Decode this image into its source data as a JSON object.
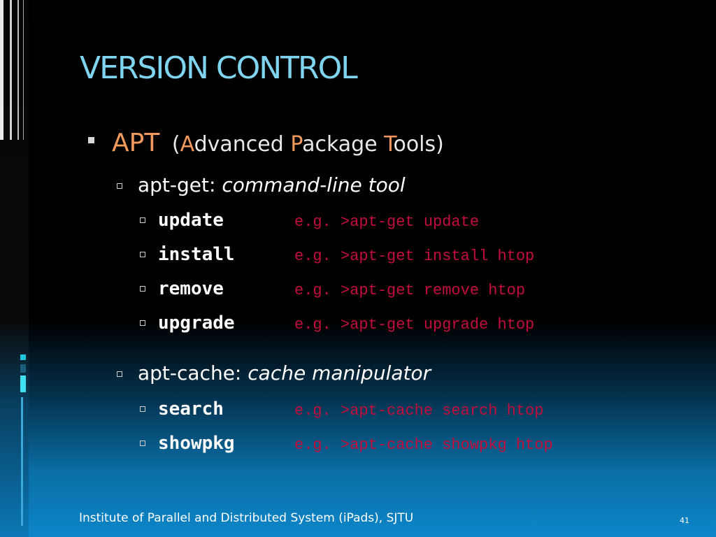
{
  "slide": {
    "title": "VERSION CONTROL",
    "apt": {
      "name": "APT",
      "open_paren": "(",
      "a": "A",
      "a_rest": "dvanced ",
      "p": "P",
      "p_rest": "ackage ",
      "t": "T",
      "t_rest": "ools)"
    },
    "apt_get": {
      "label": "apt-get: ",
      "desc": "command-line tool",
      "commands": [
        {
          "cmd": "update",
          "example": "e.g. >apt-get update"
        },
        {
          "cmd": "install",
          "example": "e.g. >apt-get install htop"
        },
        {
          "cmd": "remove",
          "example": "e.g. >apt-get remove htop"
        },
        {
          "cmd": "upgrade",
          "example": "e.g. >apt-get upgrade htop"
        }
      ]
    },
    "apt_cache": {
      "label": "apt-cache: ",
      "desc": "cache manipulator",
      "commands": [
        {
          "cmd": "search",
          "example": "e.g. >apt-cache search htop"
        },
        {
          "cmd": "showpkg",
          "example": "e.g. >apt-cache showpkg htop"
        }
      ]
    },
    "footer": "Institute of Parallel and Distributed System (iPads), SJTU",
    "page_number": "41"
  },
  "colors": {
    "title": "#7fd4f0",
    "accent_orange": "#f29a5b",
    "example_red": "#c20e3d",
    "background_blue": "#0c86c9"
  }
}
